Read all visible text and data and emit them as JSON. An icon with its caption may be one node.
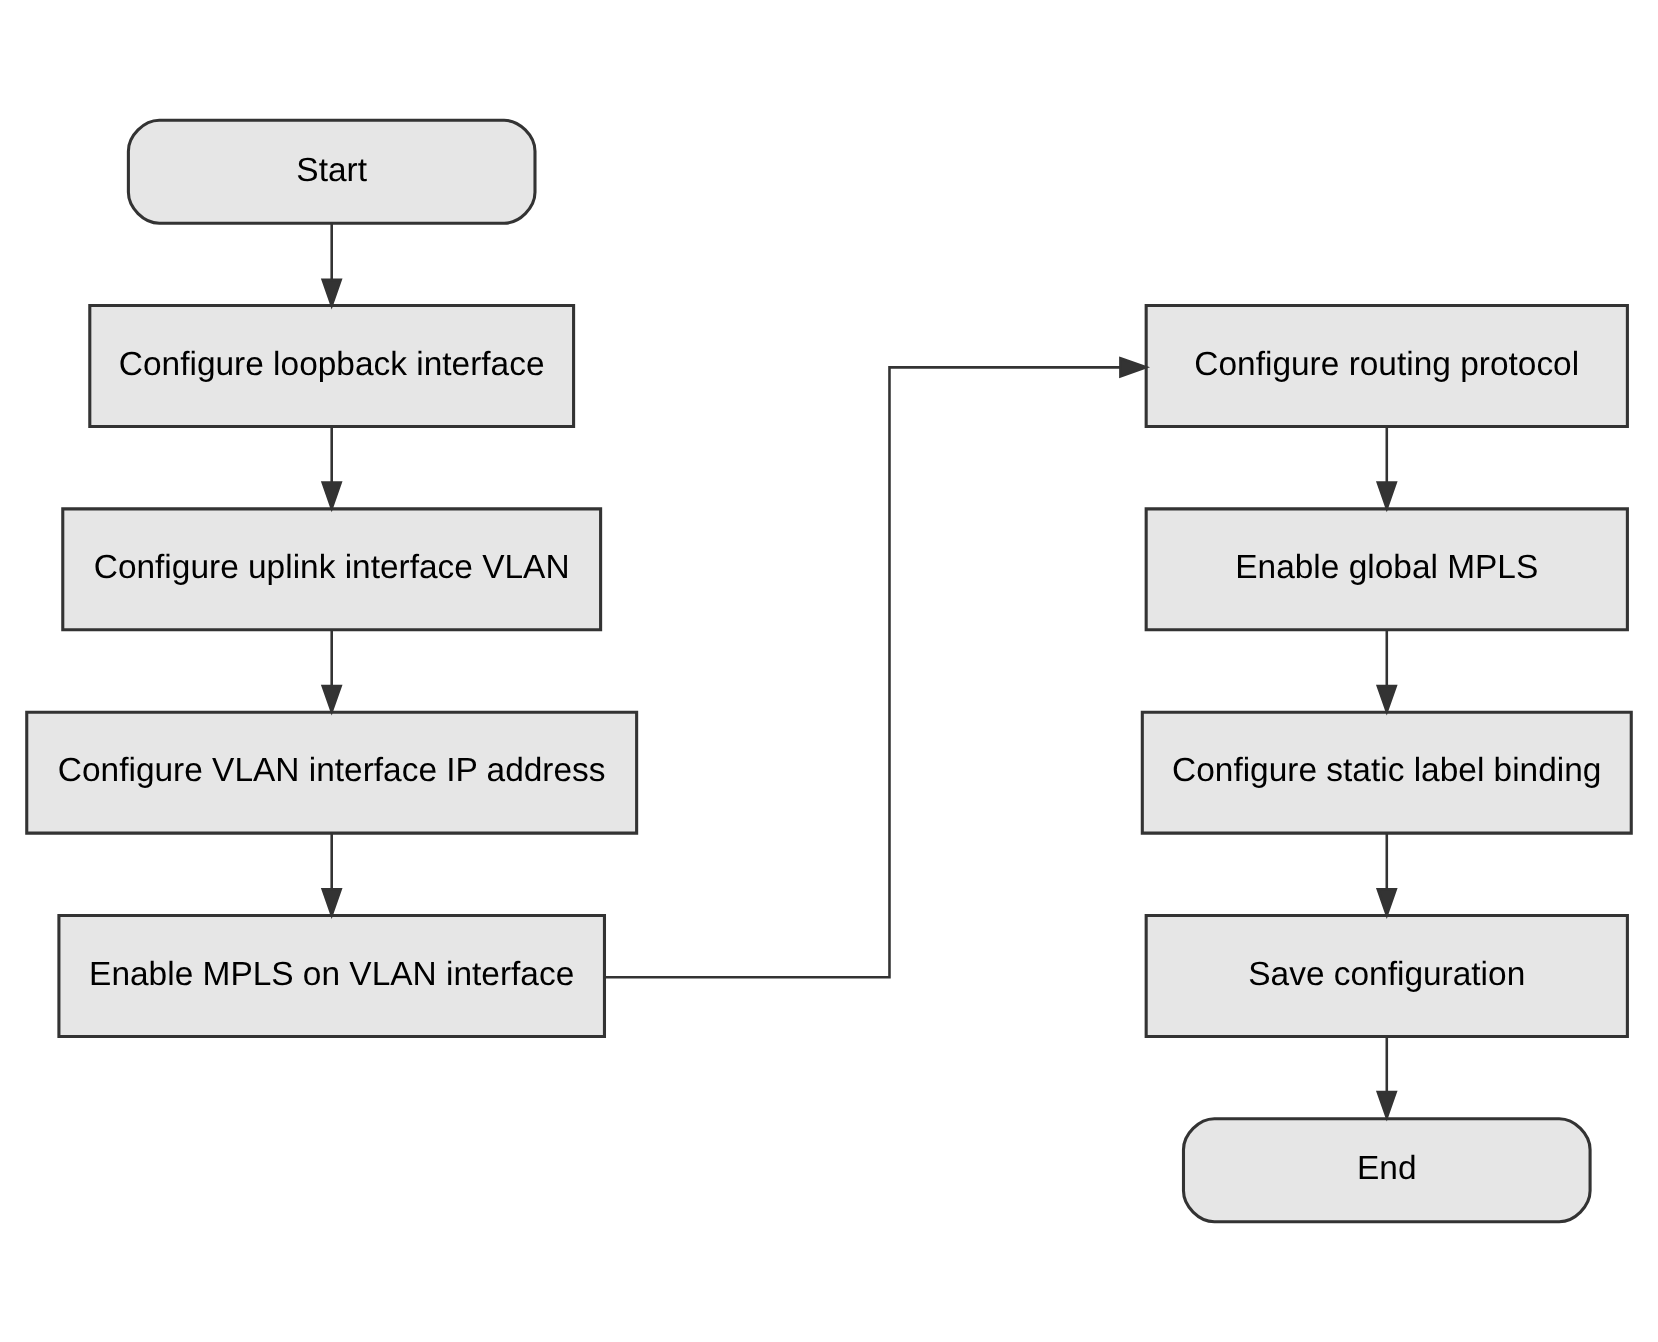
{
  "diagram": {
    "nodes": [
      {
        "text": [
          "Start"
        ]
      },
      {
        "text": [
          "Configure loopback interface"
        ]
      },
      {
        "text": [
          "Configure uplink interface VLAN"
        ]
      },
      {
        "text": [
          "Configure VLAN interface IP address"
        ]
      },
      {
        "text": [
          "Enable MPLS on VLAN interface"
        ]
      },
      {
        "text": [
          "Configure routing protocol"
        ]
      },
      {
        "text": [
          "Enable global MPLS"
        ]
      },
      {
        "text": [
          "Configure static label binding"
        ]
      },
      {
        "text": [
          "Save configuration"
        ]
      },
      {
        "text": [
          "End"
        ]
      }
    ],
    "edges": [
      {
        "from": 0,
        "to": 1,
        "arrow": "to"
      },
      {
        "from": 1,
        "to": 2,
        "arrow": "to"
      },
      {
        "from": 2,
        "to": 3,
        "arrow": "to"
      },
      {
        "from": 3,
        "to": 4,
        "arrow": "to"
      },
      {
        "from": 4,
        "to": 5,
        "arrow": "to"
      },
      {
        "from": 5,
        "to": 6,
        "arrow": "to"
      },
      {
        "from": 6,
        "to": 7,
        "arrow": "to"
      },
      {
        "from": 7,
        "to": 8,
        "arrow": "to"
      },
      {
        "from": 8,
        "to": 9,
        "arrow": "to"
      }
    ]
  }
}
